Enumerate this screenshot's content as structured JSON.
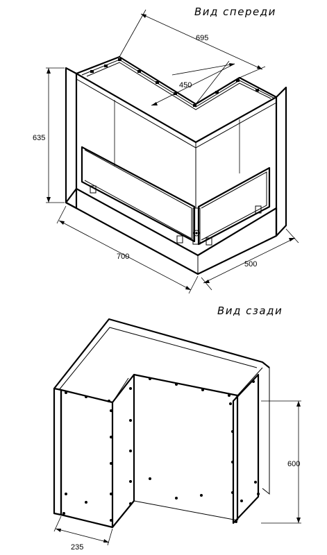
{
  "front_view": {
    "title": "Вид спереди",
    "dims": {
      "width_top": "695",
      "depth_top": "450",
      "height": "635",
      "length_left": "700",
      "length_right": "500"
    }
  },
  "rear_view": {
    "title": "Вид сзади",
    "dims": {
      "side_width": "235",
      "height": "600"
    }
  }
}
